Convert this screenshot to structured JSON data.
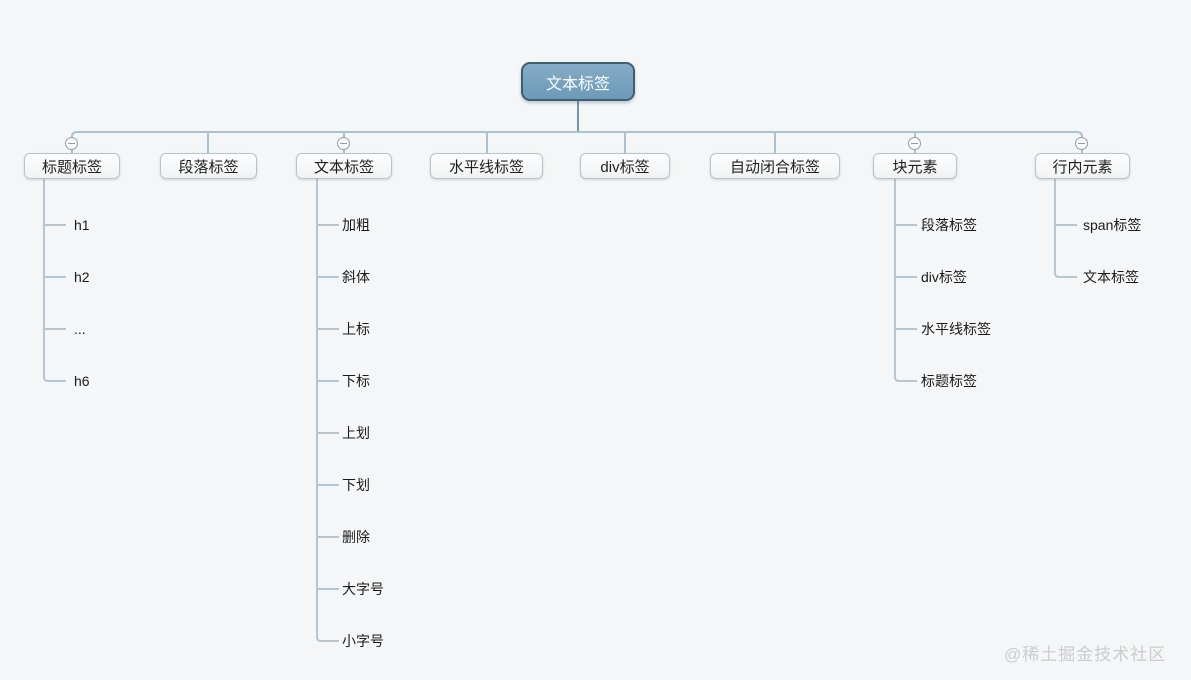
{
  "canvas": {
    "background_color": "#f5f6f7"
  },
  "watermark": {
    "text": "@稀土掘金技术社区",
    "color": "#cbcccd"
  },
  "colors": {
    "root_fill": "#76a2bf",
    "root_border": "#3e5e72",
    "root_text": "#ffffff",
    "node_fill": "#f7f8f9",
    "node_border": "#b7c3cb",
    "node_text": "#1f1f1f",
    "connector_root": "#6f96ad",
    "connector_bus": "#a9c3d2",
    "tree_line": "#b5c6d2",
    "collapse_icon_stroke": "#8e9ea8"
  },
  "mindmap": {
    "root": {
      "label": "文本标签"
    },
    "branches": [
      {
        "label": "标题标签",
        "has_collapse_toggle": true,
        "children": [
          "h1",
          "h2",
          "...",
          "h6"
        ]
      },
      {
        "label": "段落标签",
        "has_collapse_toggle": false,
        "children": []
      },
      {
        "label": "文本标签",
        "has_collapse_toggle": true,
        "children": [
          "加粗",
          "斜体",
          "上标",
          "下标",
          "上划",
          "下划",
          "删除",
          "大字号",
          "小字号"
        ]
      },
      {
        "label": "水平线标签",
        "has_collapse_toggle": false,
        "children": []
      },
      {
        "label": "div标签",
        "has_collapse_toggle": false,
        "children": []
      },
      {
        "label": "自动闭合标签",
        "has_collapse_toggle": false,
        "children": []
      },
      {
        "label": "块元素",
        "has_collapse_toggle": true,
        "children": [
          "段落标签",
          "div标签",
          "水平线标签",
          "标题标签"
        ]
      },
      {
        "label": "行内元素",
        "has_collapse_toggle": true,
        "children": [
          "span标签",
          "文本标签"
        ]
      }
    ]
  }
}
